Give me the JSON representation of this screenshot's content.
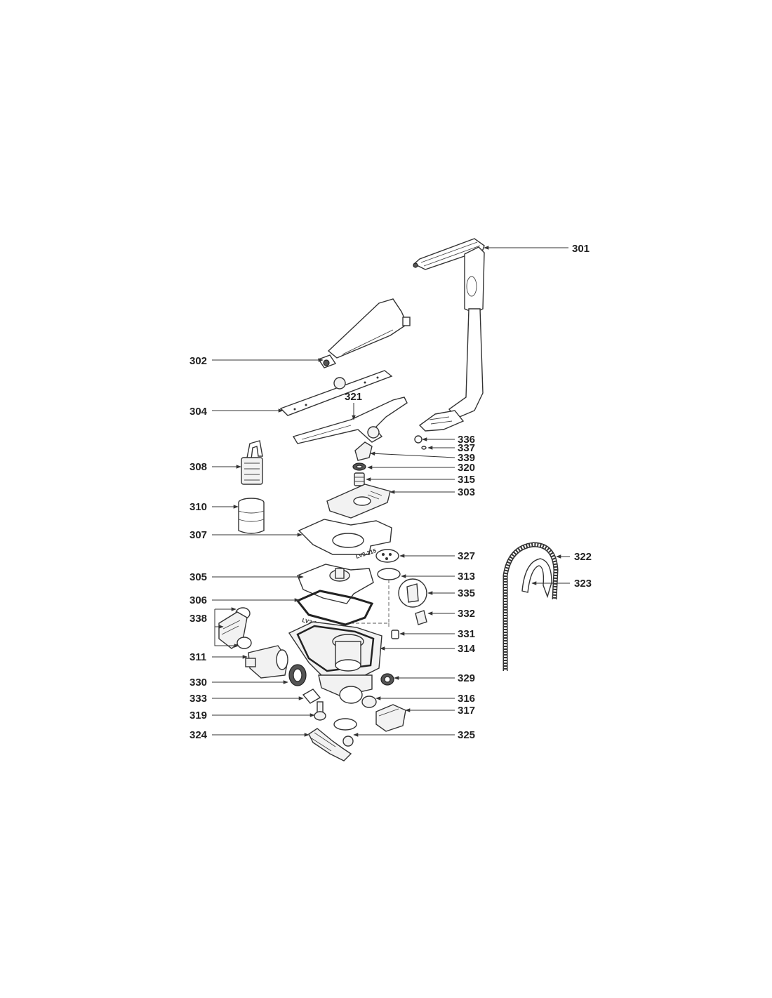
{
  "labels": {
    "p301": "301",
    "p302": "302",
    "p304": "304",
    "p321": "321",
    "p336": "336",
    "p337": "337",
    "p339": "339",
    "p320": "320",
    "p315": "315",
    "p303": "303",
    "p308": "308",
    "p310": "310",
    "p307": "307",
    "p327": "327",
    "p322": "322",
    "p323": "323",
    "p305": "305",
    "p313": "313",
    "p335": "335",
    "p306": "306",
    "p332": "332",
    "p338": "338",
    "p331": "331",
    "p314": "314",
    "p311": "311",
    "p329": "329",
    "p330": "330",
    "p333": "333",
    "p316": "316",
    "p317": "317",
    "p319": "319",
    "p324": "324",
    "p325": "325"
  },
  "stamps": {
    "gasket_307": "LV3-215",
    "gasket_306": "LV3-214"
  }
}
